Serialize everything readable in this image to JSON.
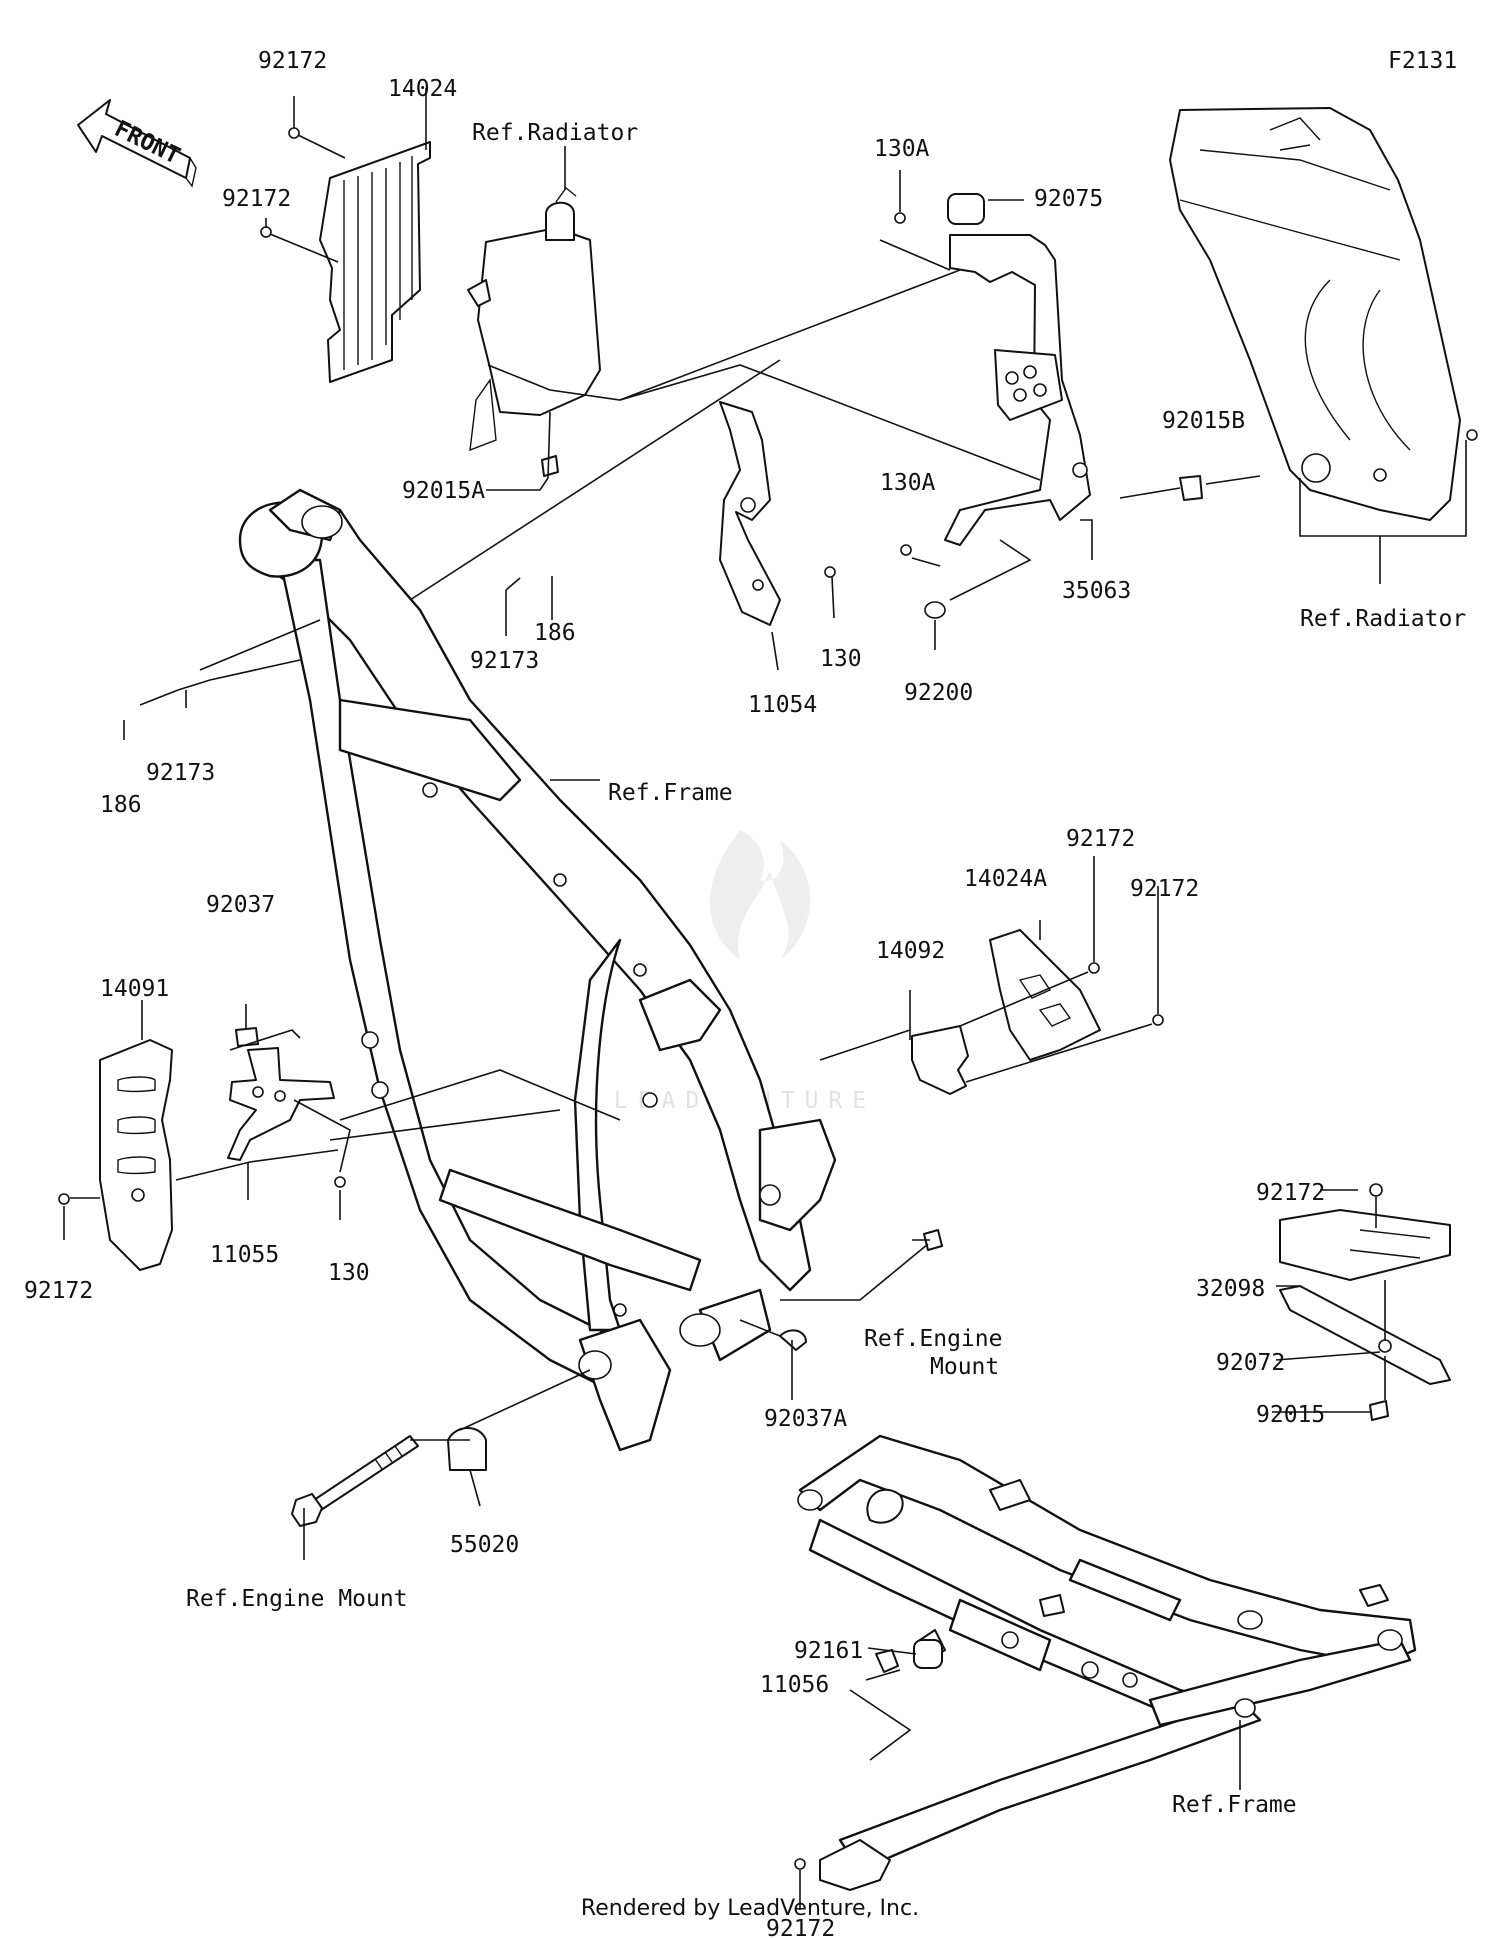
{
  "diagram": {
    "figure_id": "F2131",
    "front_label": "FRONT",
    "watermark": "LEADVENTURE",
    "footer": "Rendered by LeadVenture, Inc.",
    "callouts": {
      "c_92172_a": "92172",
      "c_14024": "14024",
      "c_92172_b": "92172",
      "c_ref_radiator_top": "Ref.Radiator",
      "c_92015a": "92015A",
      "c_130a_top": "130A",
      "c_92075": "92075",
      "c_92015b": "92015B",
      "c_ref_radiator_right": "Ref.Radiator",
      "c_130a_mid": "130A",
      "c_35063": "35063",
      "c_92200": "92200",
      "c_186_top": "186",
      "c_92173_top": "92173",
      "c_130_top": "130",
      "c_11054": "11054",
      "c_92173_left": "92173",
      "c_186_left": "186",
      "c_ref_frame_top": "Ref.Frame",
      "c_92172_c": "92172",
      "c_14024a": "14024A",
      "c_92172_d": "92172",
      "c_14092": "14092",
      "c_92037": "92037",
      "c_14091": "14091",
      "c_11055": "11055",
      "c_130_bottom": "130",
      "c_92172_e": "92172",
      "c_92172_f": "92172",
      "c_32098": "32098",
      "c_92072": "92072",
      "c_92015": "92015",
      "c_ref_engine_mount_right_1": "Ref.Engine",
      "c_ref_engine_mount_right_2": "Mount",
      "c_92037a": "92037A",
      "c_55020": "55020",
      "c_ref_engine_mount_left": "Ref.Engine Mount",
      "c_92161": "92161",
      "c_11056": "11056",
      "c_ref_frame_bottom": "Ref.Frame",
      "c_92172_g": "92172"
    }
  }
}
